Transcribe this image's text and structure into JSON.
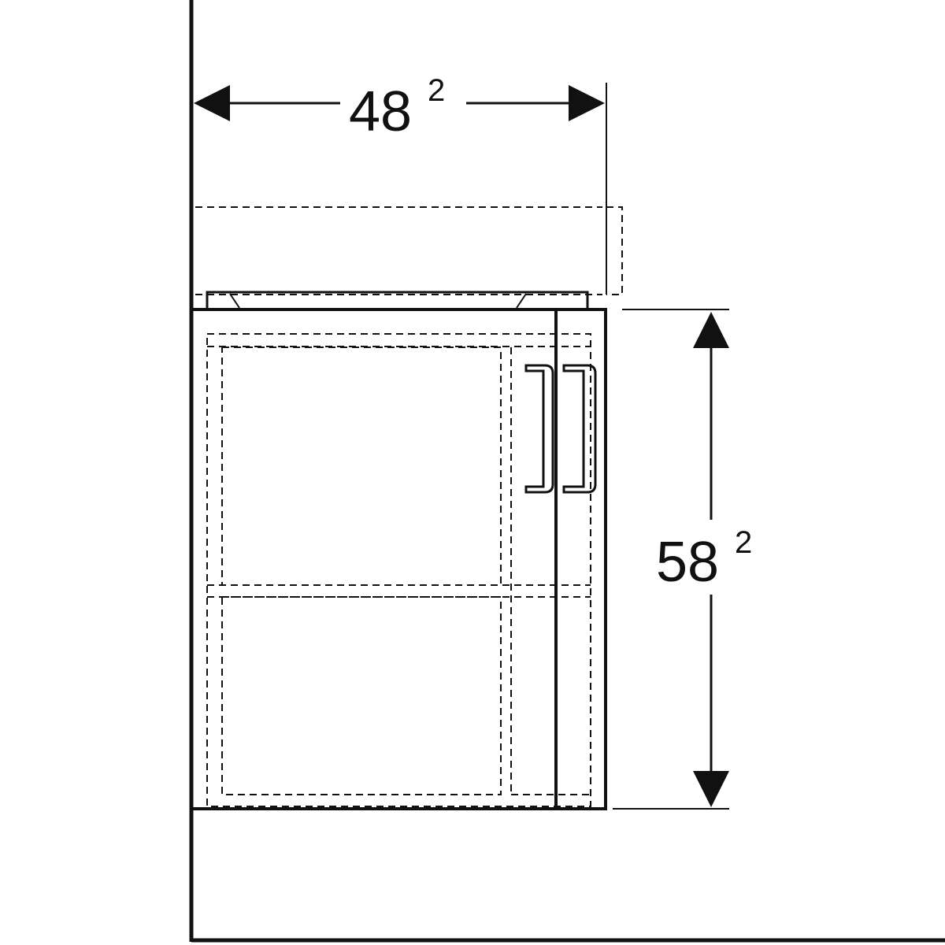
{
  "diagram": {
    "width_label": {
      "main": "48",
      "sup": "2"
    },
    "height_label": {
      "main": "58",
      "sup": "2"
    }
  },
  "colors": {
    "line": "#111111",
    "background": "#ffffff"
  }
}
